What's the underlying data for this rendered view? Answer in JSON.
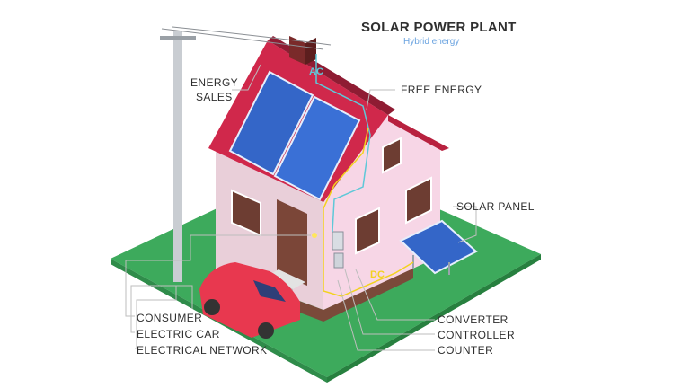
{
  "title": "SOLAR POWER PLANT",
  "subtitle": "Hybrid energy",
  "labels": {
    "energy_sales_1": "ENERGY",
    "energy_sales_2": "SALES",
    "free_energy": "FREE ENERGY",
    "solar_panel": "SOLAR PANEL",
    "consumer": "CONSUMER",
    "electric_car": "ELECTRIC CAR",
    "electrical_network": "ELECTRICAL NETWORK",
    "converter": "CONVERTER",
    "controller": "CONTROLLER",
    "counter": "COUNTER"
  },
  "tags": {
    "ac": "AC",
    "dc": "DC"
  },
  "colors": {
    "ground": "#3daa5c",
    "roof": "#d0284b",
    "wall_front": "#e9cfd9",
    "wall_side": "#f7d6e6",
    "panel": "#3466c8",
    "car": "#e8384f",
    "ac_line": "#5ec8d8",
    "dc_line": "#f2d21e",
    "leader_line": "#bdbdbd"
  }
}
